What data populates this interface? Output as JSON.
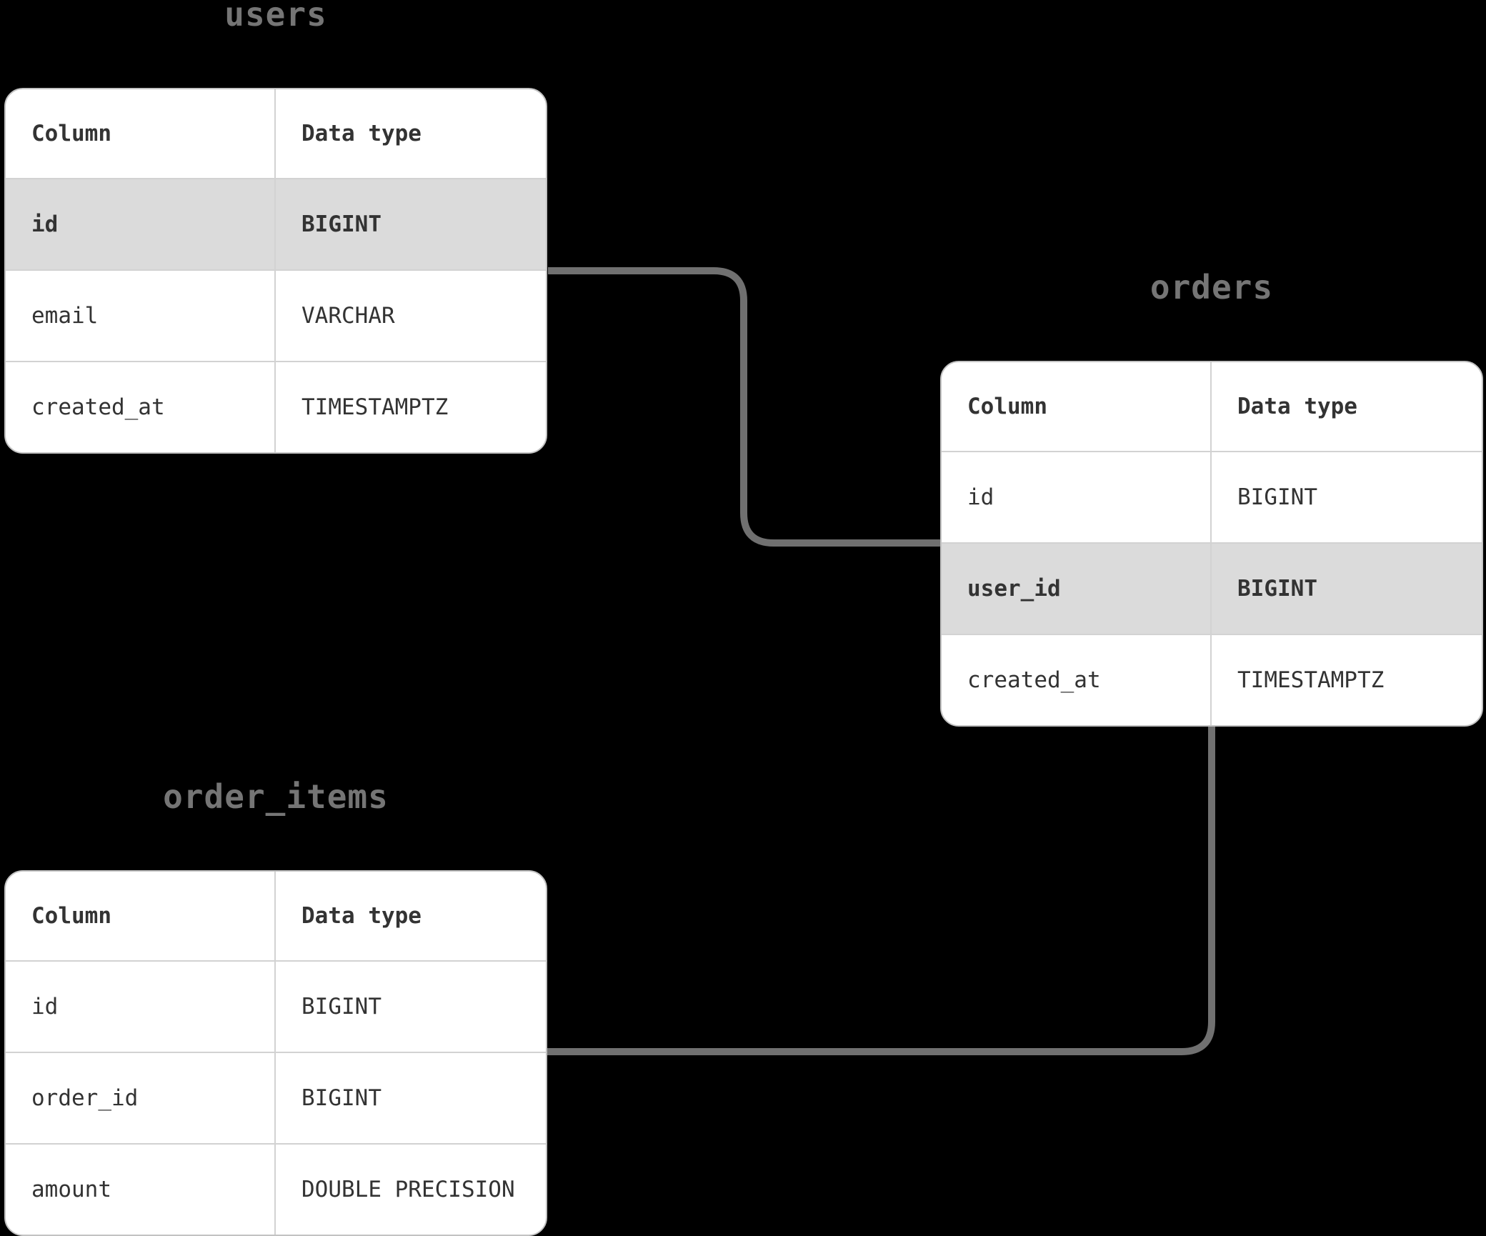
{
  "colors": {
    "background": "#000000",
    "table_bg": "#ffffff",
    "row_highlight": "#dbdbdb",
    "border": "#c2c2c2",
    "divider": "#d2d2d2",
    "text": "#333333",
    "title": "#757575",
    "connector": "#707070"
  },
  "tables": {
    "users": {
      "title": "users",
      "headers": {
        "column": "Column",
        "type": "Data type"
      },
      "rows": [
        {
          "column": "id",
          "type": "BIGINT",
          "highlighted": true
        },
        {
          "column": "email",
          "type": "VARCHAR",
          "highlighted": false
        },
        {
          "column": "created_at",
          "type": "TIMESTAMPTZ",
          "highlighted": false
        }
      ]
    },
    "orders": {
      "title": "orders",
      "headers": {
        "column": "Column",
        "type": "Data type"
      },
      "rows": [
        {
          "column": "id",
          "type": "BIGINT",
          "highlighted": false
        },
        {
          "column": "user_id",
          "type": "BIGINT",
          "highlighted": true
        },
        {
          "column": "created_at",
          "type": "TIMESTAMPTZ",
          "highlighted": false
        }
      ]
    },
    "order_items": {
      "title": "order_items",
      "headers": {
        "column": "Column",
        "type": "Data type"
      },
      "rows": [
        {
          "column": "id",
          "type": "BIGINT",
          "highlighted": false
        },
        {
          "column": "order_id",
          "type": "BIGINT",
          "highlighted": false
        },
        {
          "column": "amount",
          "type": "DOUBLE PRECISION",
          "highlighted": false
        }
      ]
    }
  },
  "relationships": [
    {
      "from": "users.id",
      "to": "orders.user_id"
    },
    {
      "from": "orders.id",
      "to": "order_items.order_id"
    }
  ]
}
